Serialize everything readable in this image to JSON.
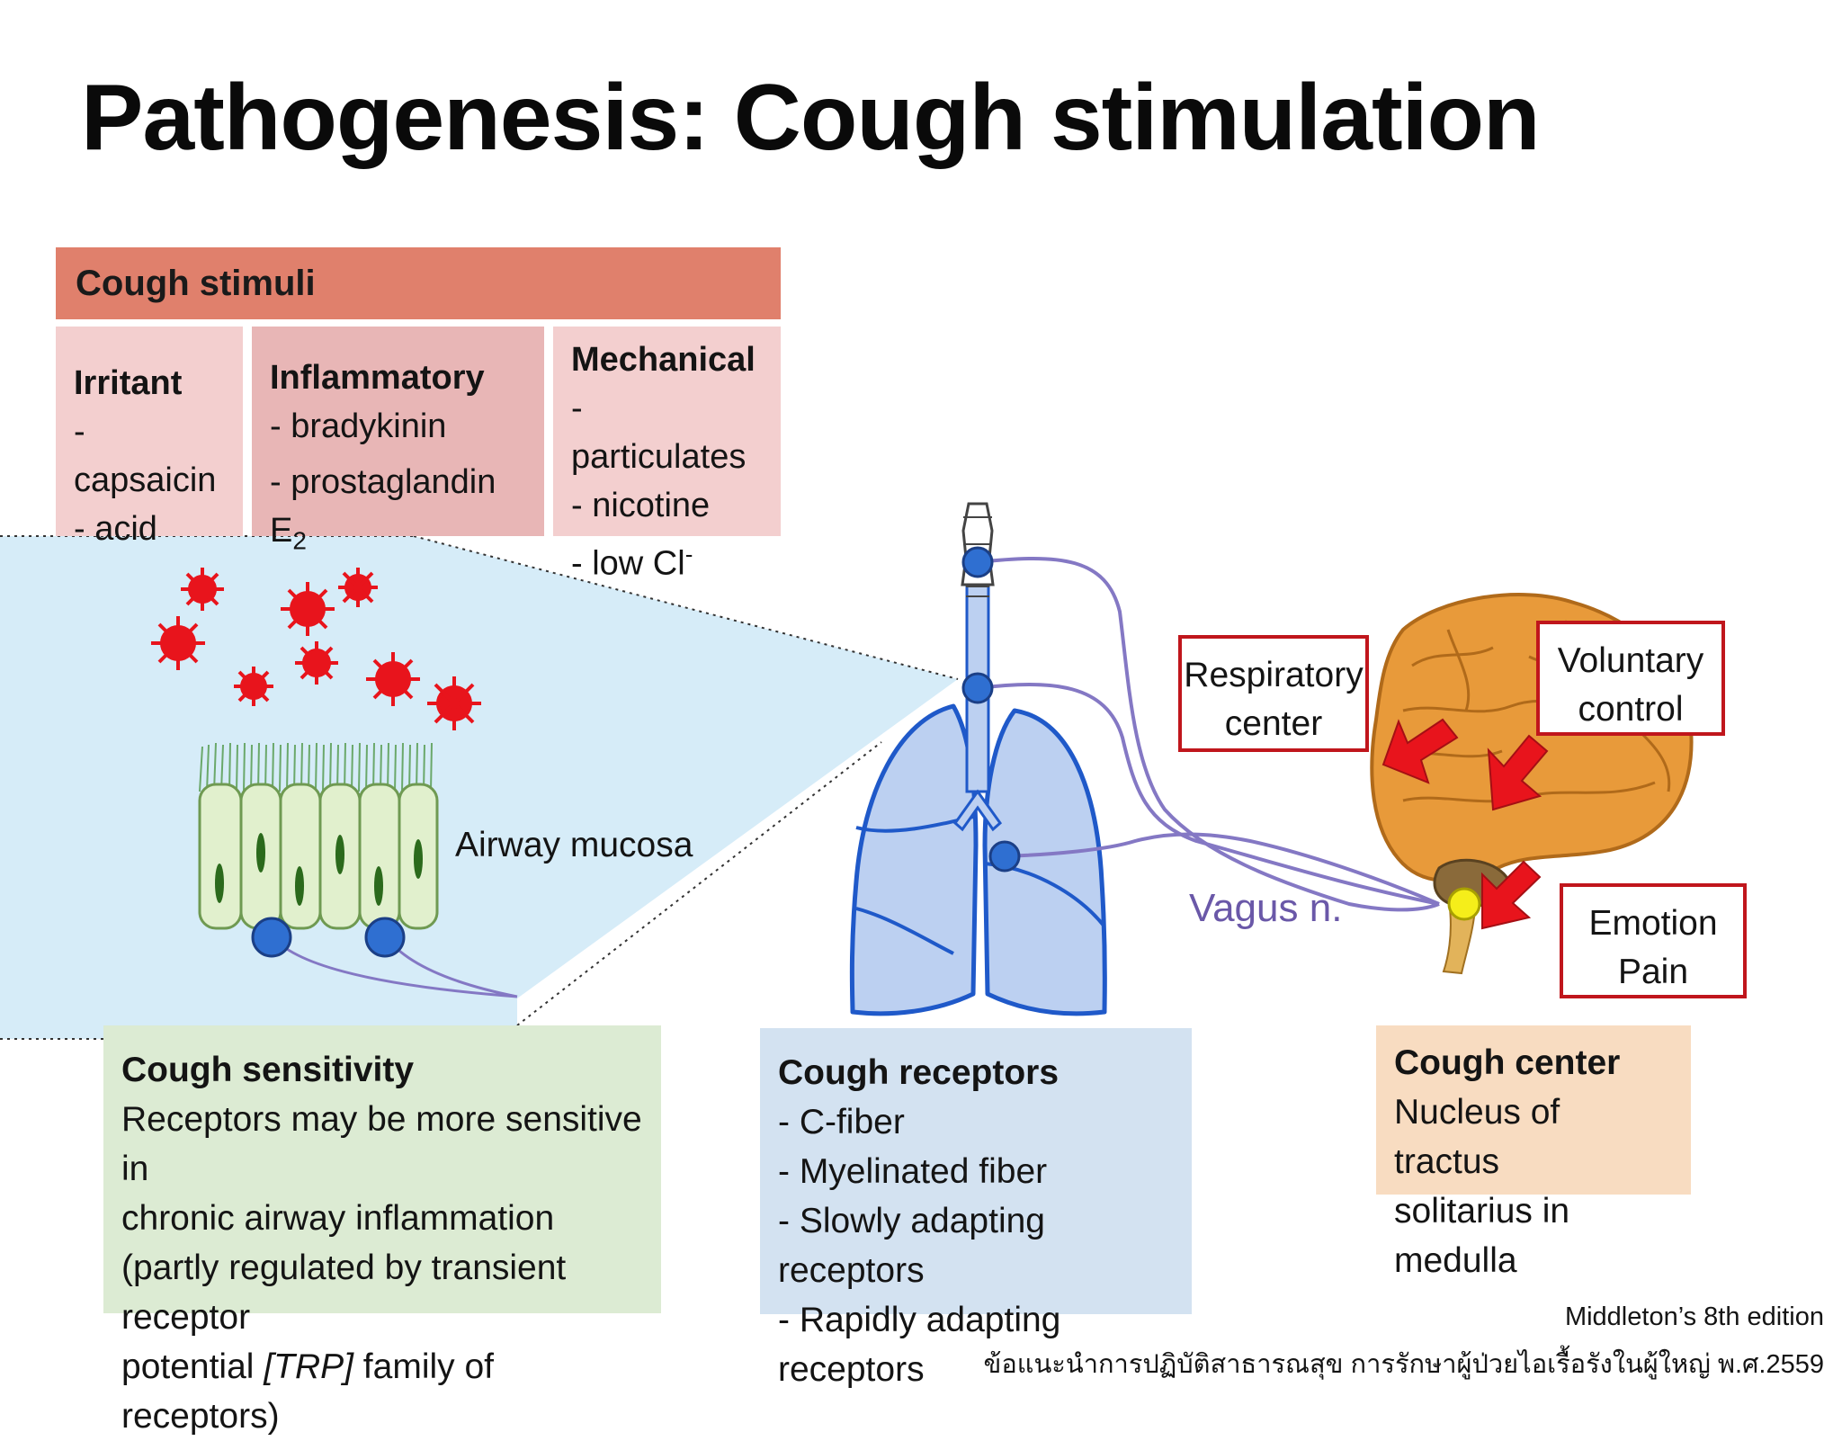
{
  "title": "Pathogenesis: Cough stimulation",
  "stimuli": {
    "header": "Cough stimuli",
    "irritant": {
      "heading": "Irritant",
      "items": [
        "- capsaicin",
        "- acid"
      ]
    },
    "inflammatory": {
      "heading": "Inflammatory",
      "item1": "- bradykinin",
      "item2": "- prostaglandin E",
      "item2_sub": "2"
    },
    "mechanical": {
      "heading": "Mechanical",
      "item1": "- particulates",
      "item2": "- nicotine",
      "item3": "- low Cl",
      "item3_sup": "-"
    }
  },
  "labels": {
    "airway_mucosa": "Airway mucosa",
    "vagus": "Vagus n.",
    "respiratory": [
      "Respiratory",
      "center"
    ],
    "voluntary": [
      "Voluntary",
      "control"
    ],
    "emotion": [
      "Emotion",
      "Pain"
    ]
  },
  "sensitivity": {
    "heading": "Cough sensitivity",
    "lines": [
      "Receptors may be more sensitive in",
      "chronic airway inflammation",
      "(partly regulated by transient receptor"
    ],
    "line4_pre": "potential ",
    "line4_em": "[TRP]",
    "line4_post": " family of receptors)"
  },
  "receptors": {
    "heading": "Cough receptors",
    "items": [
      "- C-fiber",
      "- Myelinated fiber",
      "- Slowly adapting receptors",
      "- Rapidly adapting receptors"
    ]
  },
  "center": {
    "heading": "Cough center",
    "lines": [
      "Nucleus of tractus",
      "solitarius in medulla"
    ]
  },
  "references": {
    "line1": "Middleton’s 8th edition",
    "line2": "ข้อแนะนำการปฏิบัติสาธารณสุข การรักษาผู้ป่วยไอเรื้อรังในผู้ใหญ่ พ.ศ.2559"
  },
  "colors": {
    "stimuli_header": "#e0806c",
    "stimuli_cell": "#f3cfcf",
    "zoom_panel": "#d6ecf8",
    "lung_fill": "#bcd0f1",
    "lung_stroke": "#1f59c9",
    "nerve": "#8478c4",
    "receptor_dot": "#2f6fd1",
    "brain": "#e89a3a",
    "arrow_red": "#e8141c"
  }
}
